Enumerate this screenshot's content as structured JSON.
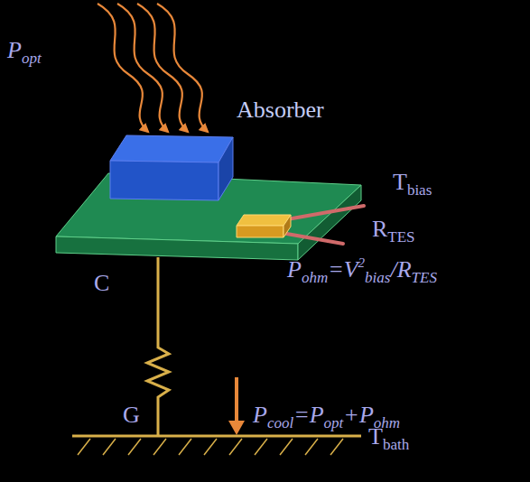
{
  "diagram": {
    "labels": [
      "P",
      "opt",
      "Absorber",
      "T",
      "bias",
      "R",
      "TES",
      "C",
      "P",
      "ohm",
      "=",
      "V",
      "2",
      "bias",
      "/",
      "R",
      "TES",
      "G",
      "P",
      "cool",
      "=",
      "P",
      "opt",
      "+",
      "P",
      "ohm",
      "T",
      "bath"
    ]
  }
}
